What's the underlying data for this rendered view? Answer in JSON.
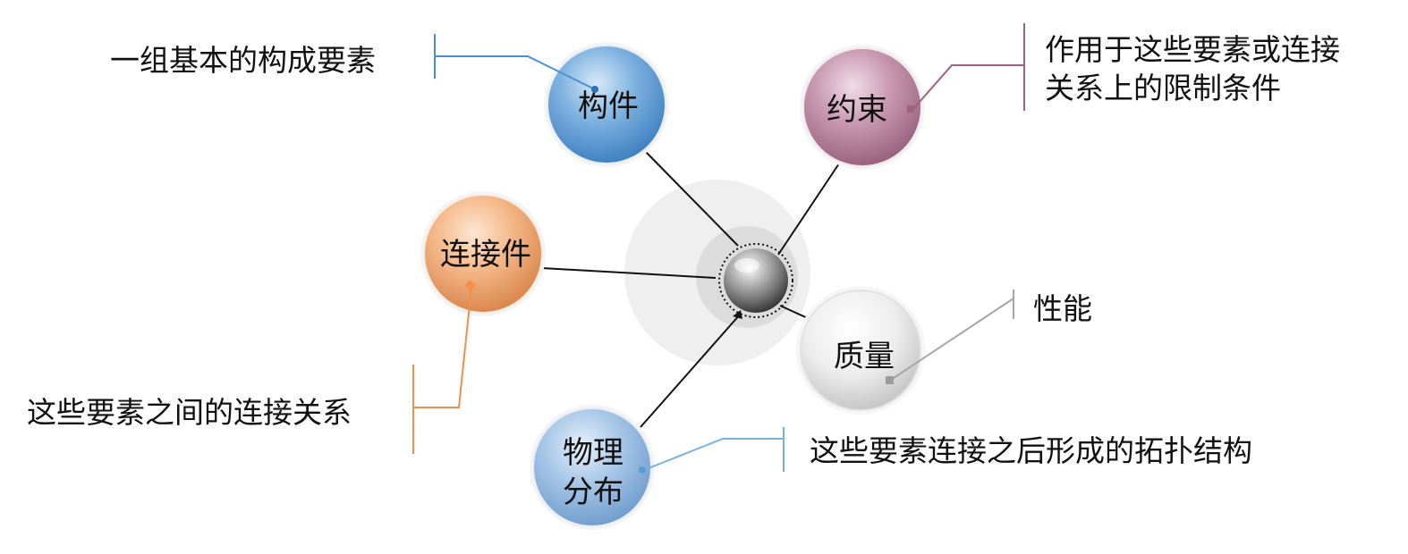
{
  "nodes": {
    "components": {
      "label": "构件",
      "color": "#5b9bd5"
    },
    "constraints": {
      "label": "约束",
      "color": "#b07a95"
    },
    "connectors": {
      "label": "连接件",
      "color": "#f0a875"
    },
    "quality": {
      "label": "质量",
      "color": "#d9d9d9"
    },
    "physical": {
      "line1": "物理",
      "line2": "分布",
      "color": "#8fb4dc"
    }
  },
  "descriptions": {
    "components": "一组基本的构成要素",
    "constraints_line1": "作用于这些要素或连接",
    "constraints_line2": "关系上的限制条件",
    "connectors": "这些要素之间的连接关系",
    "quality": "性能",
    "physical": "这些要素连接之后形成的拓扑结构"
  }
}
